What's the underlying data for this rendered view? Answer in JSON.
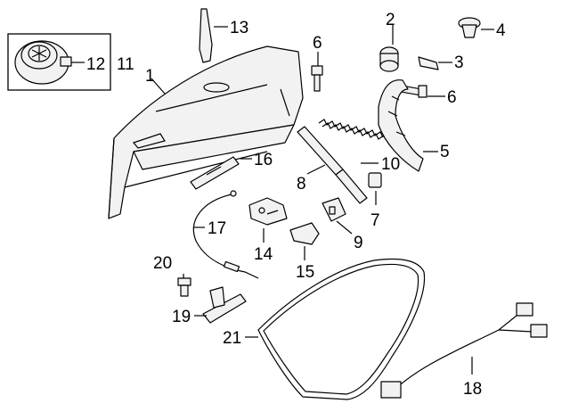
{
  "diagram": {
    "labels": {
      "l1": "1",
      "l2": "2",
      "l3": "3",
      "l4": "4",
      "l5": "5",
      "l6a": "6",
      "l6b": "6",
      "l7": "7",
      "l8": "8",
      "l9": "9",
      "l10": "10",
      "l11": "11",
      "l12": "12",
      "l13": "13",
      "l14": "14",
      "l15": "15",
      "l16": "16",
      "l17": "17",
      "l18": "18",
      "l19": "19",
      "l20": "20",
      "l21": "21"
    }
  }
}
